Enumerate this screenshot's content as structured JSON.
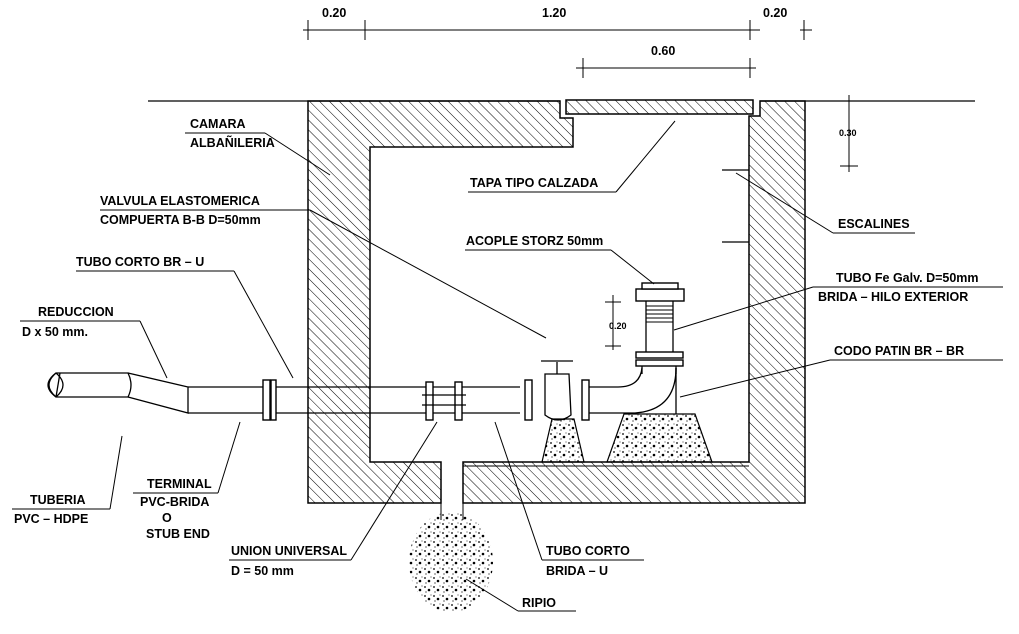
{
  "dimensions": {
    "left_wall": "0.20",
    "inner_width": "1.20",
    "right_wall": "0.20",
    "cover_width": "0.60",
    "cover_depth": "0.30",
    "storz_height": "0.20"
  },
  "labels": {
    "camara": [
      "CAMARA",
      "ALBAÑILERIA"
    ],
    "valvula": [
      "VALVULA ELASTOMERICA",
      "COMPUERTA B-B D=50mm"
    ],
    "tubo_corto_bru": [
      "TUBO CORTO BR – U"
    ],
    "reduccion": [
      "REDUCCION",
      "D  x  50 mm."
    ],
    "tuberia": [
      "TUBERIA",
      "PVC – HDPE"
    ],
    "terminal": [
      "TERMINAL",
      "PVC-BRIDA",
      "O",
      "STUB END"
    ],
    "union": [
      "UNION UNIVERSAL",
      "D = 50   mm"
    ],
    "tubo_corto_bridau": [
      "TUBO CORTO",
      "BRIDA – U"
    ],
    "ripio": [
      "RIPIO"
    ],
    "tapa": [
      "TAPA TIPO CALZADA"
    ],
    "escalines": [
      "ESCALINES"
    ],
    "acople": [
      "ACOPLE STORZ 50mm"
    ],
    "tubo_fe": [
      "TUBO Fe Galv. D=50mm",
      "BRIDA – HILO EXTERIOR"
    ],
    "codo": [
      "CODO PATIN BR – BR"
    ]
  }
}
